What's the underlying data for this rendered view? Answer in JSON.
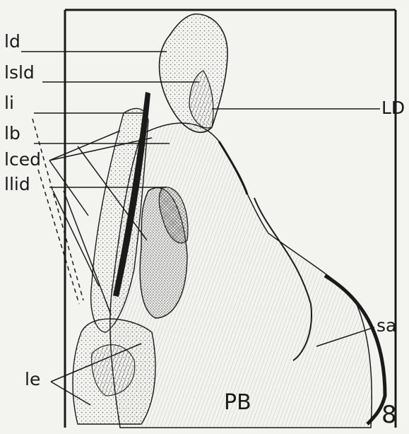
{
  "figure": {
    "number": "8",
    "labels": {
      "ld": "ld",
      "lsld": "lsld",
      "li": "li",
      "lb": "lb",
      "lced": "lced",
      "llid": "llid",
      "le": "le",
      "LD": "LD",
      "sa": "sa",
      "PB": "PB"
    }
  },
  "colors": {
    "background": "#f3f3ef",
    "ink": "#1a1a1a",
    "stipple": "#7a7a7a"
  }
}
